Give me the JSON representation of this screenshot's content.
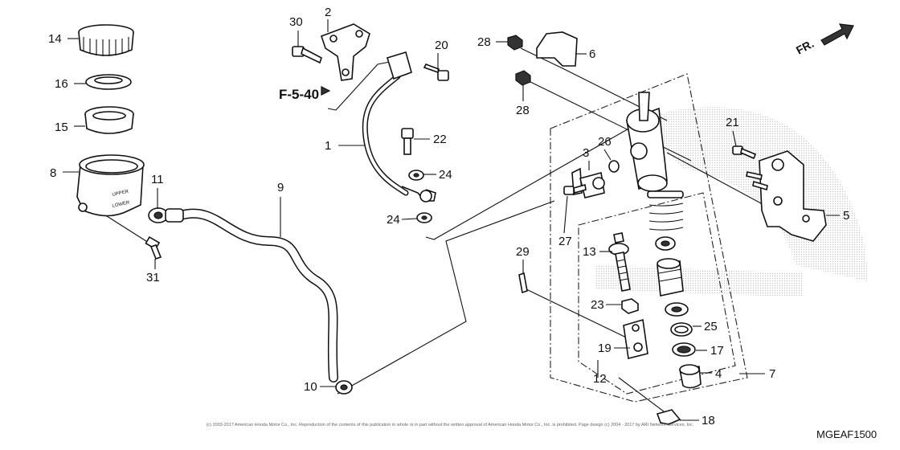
{
  "callouts": [
    {
      "id": "c1",
      "text": "1"
    },
    {
      "id": "c2",
      "text": "2"
    },
    {
      "id": "c3",
      "text": "3"
    },
    {
      "id": "c4",
      "text": "4"
    },
    {
      "id": "c5",
      "text": "5"
    },
    {
      "id": "c6",
      "text": "6"
    },
    {
      "id": "c7",
      "text": "7"
    },
    {
      "id": "c8",
      "text": "8"
    },
    {
      "id": "c9",
      "text": "9"
    },
    {
      "id": "c10",
      "text": "10"
    },
    {
      "id": "c11",
      "text": "11"
    },
    {
      "id": "c12",
      "text": "12"
    },
    {
      "id": "c13",
      "text": "13"
    },
    {
      "id": "c14",
      "text": "14"
    },
    {
      "id": "c15",
      "text": "15"
    },
    {
      "id": "c16",
      "text": "16"
    },
    {
      "id": "c17",
      "text": "17"
    },
    {
      "id": "c18",
      "text": "18"
    },
    {
      "id": "c19",
      "text": "19"
    },
    {
      "id": "c20",
      "text": "20"
    },
    {
      "id": "c21",
      "text": "21"
    },
    {
      "id": "c22",
      "text": "22"
    },
    {
      "id": "c23",
      "text": "23"
    },
    {
      "id": "c24a",
      "text": "24"
    },
    {
      "id": "c24b",
      "text": "24"
    },
    {
      "id": "c25",
      "text": "25"
    },
    {
      "id": "c26",
      "text": "26"
    },
    {
      "id": "c27",
      "text": "27"
    },
    {
      "id": "c28a",
      "text": "28"
    },
    {
      "id": "c28b",
      "text": "28"
    },
    {
      "id": "c29",
      "text": "29"
    },
    {
      "id": "c30",
      "text": "30"
    },
    {
      "id": "c31",
      "text": "31"
    }
  ],
  "reference": "F-5-40",
  "direction_label": "FR.",
  "diagram_code": "MGEAF1500",
  "reservoir_labels": {
    "upper": "UPPER",
    "lower": "LOWER"
  },
  "copyright": "(c) 2003-2017 American Honda Motor Co., Inc. Reproduction of the contents of this publication in whole or in part without the written approval of American Honda Motor Co., Inc. is prohibited. Page design (c) 2004 - 2017 by ARI Network Services, Inc."
}
